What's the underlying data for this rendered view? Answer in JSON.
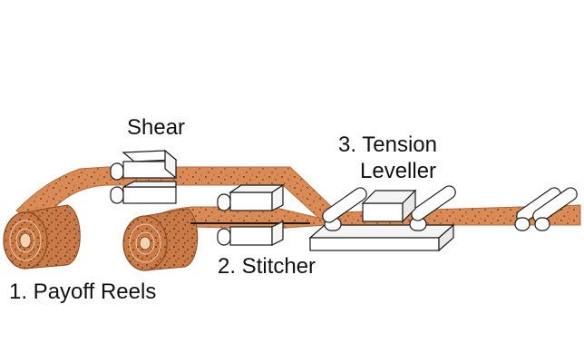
{
  "labels": {
    "shear": "Shear",
    "tension_leveller_line1": "3. Tension",
    "tension_leveller_line2": "Leveller",
    "stitcher": "2. Stitcher",
    "payoff_reels": "1. Payoff Reels"
  },
  "colors": {
    "strip": "#D98A55",
    "strip_edge": "#B5693A",
    "coil": "#C97A47",
    "coil_core": "#F2D3B6",
    "machine_fill": "#FFFFFF",
    "outline": "#1A1A1A",
    "text": "#111111"
  }
}
